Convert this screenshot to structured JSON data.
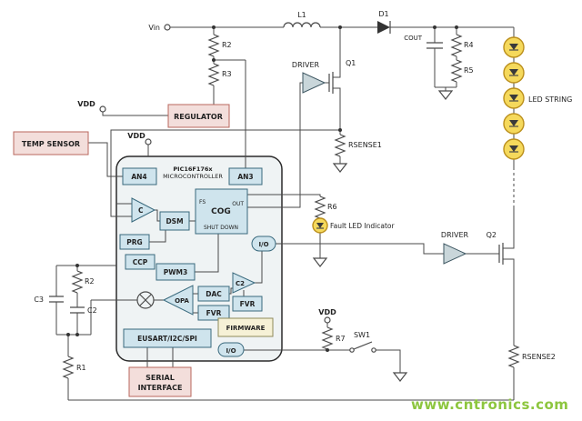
{
  "labels": {
    "vin": "Vin",
    "l1": "L1",
    "d1": "D1",
    "r2_top": "R2",
    "r3": "R3",
    "r4": "R4",
    "r5": "R5",
    "cout": "COUT",
    "led_string": "LED STRING",
    "driver_top": "DRIVER",
    "driver_bottom": "DRIVER",
    "q1": "Q1",
    "q2": "Q2",
    "rsense1": "RSENSE1",
    "rsense2": "RSENSE2",
    "vdd_regulator": "VDD",
    "vdd_mcu": "VDD",
    "vdd_switch": "VDD",
    "r6": "R6",
    "fault_led": "Fault LED Indicator",
    "r7": "R7",
    "sw1": "SW1",
    "r2_left": "R2",
    "c2_left": "C2",
    "c3_left": "C3",
    "r1": "R1"
  },
  "blocks": {
    "regulator": "REGULATOR",
    "temp_sensor": "TEMP SENSOR",
    "serial_line1": "SERIAL",
    "serial_line2": "INTERFACE"
  },
  "mcu": {
    "title_line1": "PIC16F176x",
    "title_line2": "MICROCONTROLLER",
    "an4": "AN4",
    "an3": "AN3",
    "comp1": "C",
    "dsm": "DSM",
    "cog": "COG",
    "cog_fs": "FS",
    "cog_out": "OUT",
    "cog_shutdown": "SHUT DOWN",
    "prg": "PRG",
    "ccp": "CCP",
    "pwm3": "PWM3",
    "io_right": "I/O",
    "io_bottom": "I/O",
    "opa": "OPA",
    "dac": "DAC",
    "comp2": "C2",
    "fvr1": "FVR",
    "fvr2": "FVR",
    "firmware": "FIRMWARE",
    "eusart": "EUSART/I2C/SPI"
  },
  "colors": {
    "block_blue": "#cfe4ed",
    "block_pink": "#f3dedb",
    "mcu_fill": "#eff3f4",
    "led_yellow": "#f5d95c",
    "watermark_green": "#8dc63f"
  },
  "watermark": "www.cntronics.com"
}
